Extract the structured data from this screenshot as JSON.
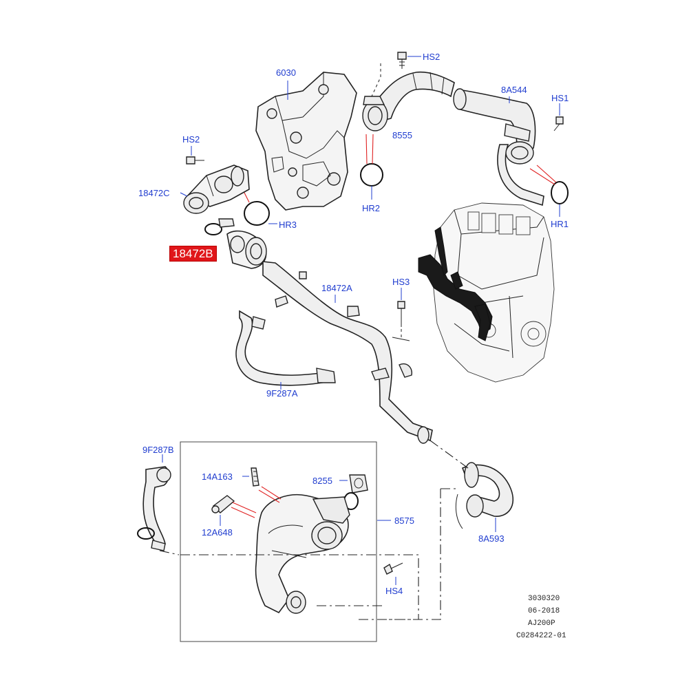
{
  "labels": {
    "l6030": "6030",
    "hs2_top": "HS2",
    "l8a544": "8A544",
    "hs1": "HS1",
    "hs2_left": "HS2",
    "l8555": "8555",
    "l18472c": "18472C",
    "hr3": "HR3",
    "hr2": "HR2",
    "hr1": "HR1",
    "l18472b": "18472B",
    "l18472a": "18472A",
    "hs3": "HS3",
    "l9f287a": "9F287A",
    "l9f287b": "9F287B",
    "l14a163": "14A163",
    "l8255": "8255",
    "l8575": "8575",
    "l12a648": "12A648",
    "l8a593": "8A593",
    "hs4": "HS4"
  },
  "reference": {
    "line1": "3030320",
    "line2": "06-2018",
    "line3": "AJ200P",
    "line4": "C0284222-01"
  },
  "colors": {
    "label_blue": "#1f3ccf",
    "highlight_red": "#e0161a",
    "leader_red": "#e02020"
  }
}
